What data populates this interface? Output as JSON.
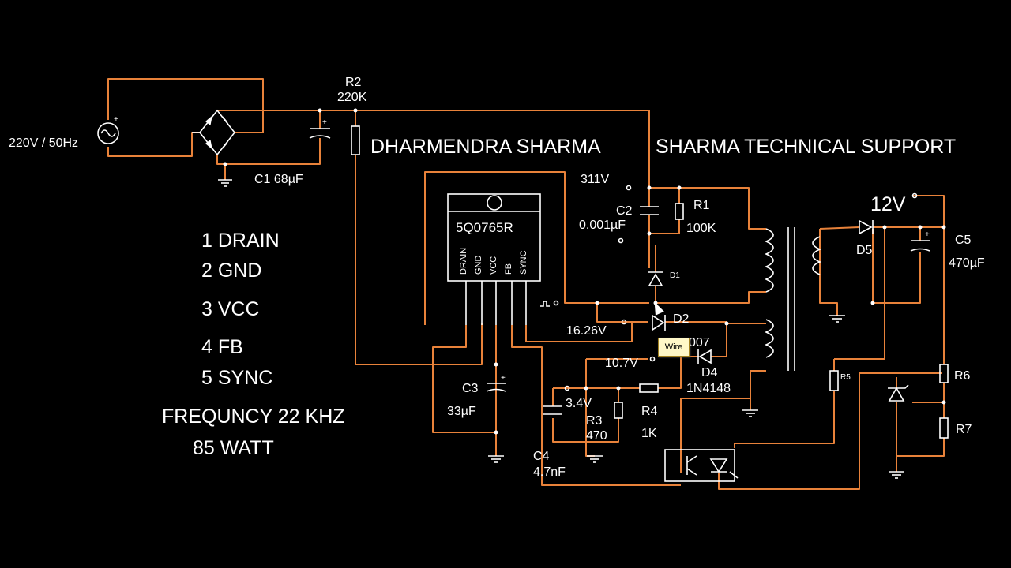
{
  "headings": {
    "author": "DHARMENDRA SHARMA",
    "channel": "SHARMA TECHNICAL SUPPORT"
  },
  "source": {
    "label": "220V / 50Hz"
  },
  "chip": {
    "part": "5Q0765R",
    "pins": [
      "DRAIN",
      "GND",
      "VCC",
      "FB",
      "SYNC"
    ]
  },
  "pinout_list": [
    "1 DRAIN",
    "2 GND",
    "3 VCC",
    "4 FB",
    "5 SYNC"
  ],
  "specs": {
    "frequency": "FREQUNCY 22 KHZ",
    "power": "85 WATT"
  },
  "components": {
    "r2_name": "R2",
    "r2_value": "220K",
    "c1": "C1 68µF",
    "c2_name": "C2",
    "c2_value": "0.001µF",
    "r1_name": "R1",
    "r1_value": "100K",
    "d1": "D1",
    "d2": "D2",
    "d2_part": "007",
    "d4": "D4",
    "d4_part": "1N4148",
    "c3_name": "C3",
    "c3_value": "33µF",
    "c4_name": "C4",
    "c4_value": "4.7nF",
    "r3_name": "R3",
    "r3_value": "470",
    "r4_name": "R4",
    "r4_value": "1K",
    "d5": "D5",
    "c5_name": "C5",
    "c5_value": "470µF",
    "r5": "R5",
    "r6": "R6",
    "r7": "R7"
  },
  "probes": {
    "v311": "311V",
    "v12": "12V",
    "v1626": "16.26V",
    "v107": "10.7V",
    "v34": "3.4V"
  },
  "tooltip": {
    "label": "Wire"
  }
}
